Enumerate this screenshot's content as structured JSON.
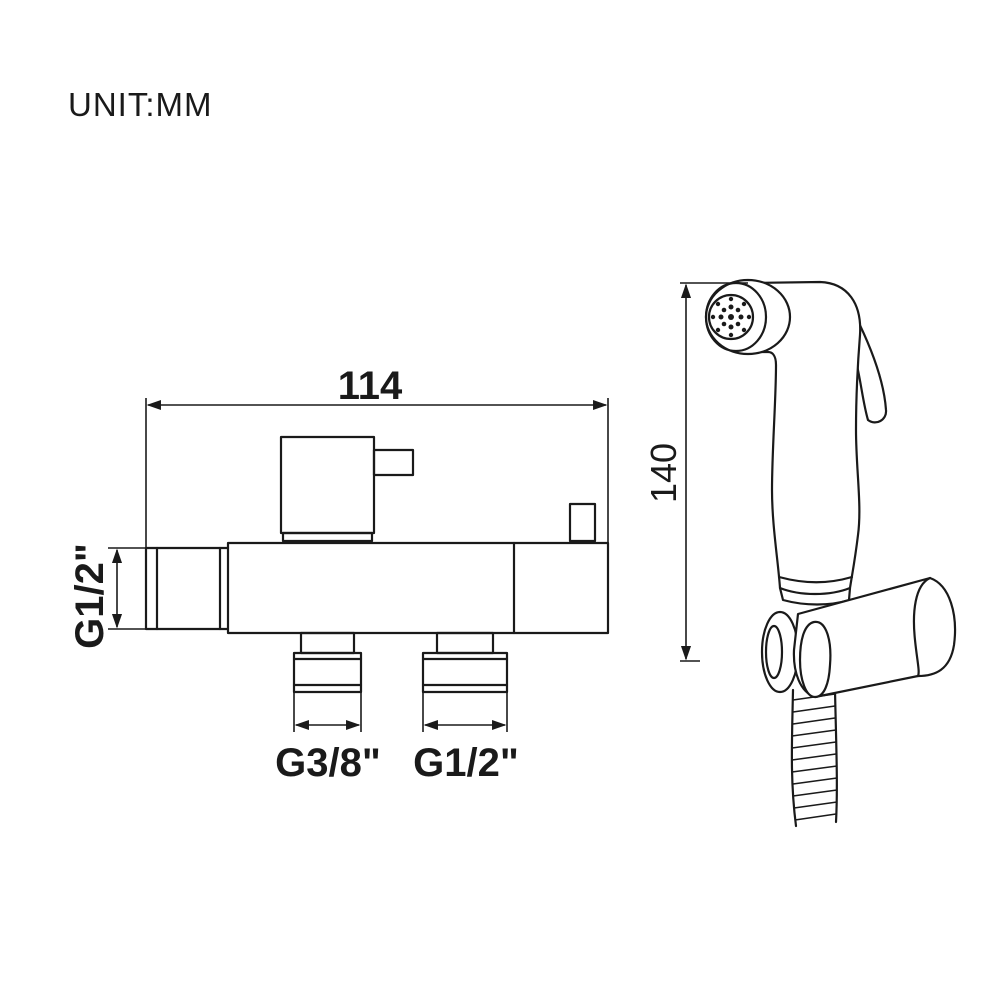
{
  "unit_label": "UNIT:MM",
  "dimensions": {
    "valve_length": "114",
    "inlet_side_thread": "G1/2\"",
    "outlet_left_thread": "G3/8\"",
    "outlet_right_thread": "G1/2\"",
    "sprayer_height": "140"
  },
  "colors": {
    "line": "#1a1a1a",
    "background": "#ffffff"
  }
}
